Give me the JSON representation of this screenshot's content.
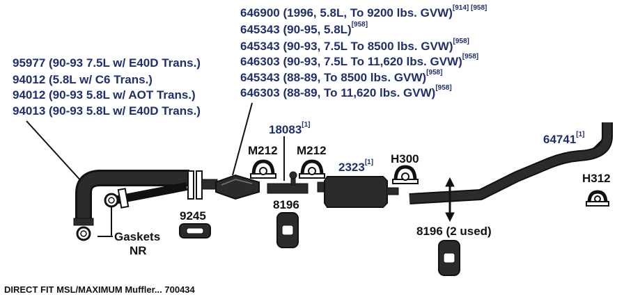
{
  "top_list": [
    {
      "text": "646900 (1996, 5.8L, To 9200 lbs. GVW)",
      "sup": "[914] [958]"
    },
    {
      "text": "645343 (90-95, 5.8L)",
      "sup": "[958]"
    },
    {
      "text": "645343 (90-93, 7.5L To 8500 lbs. GVW)",
      "sup": "[958]"
    },
    {
      "text": "646303 (90-93, 7.5L To 11,620 lbs. GVW)",
      "sup": "[958]"
    },
    {
      "text": "645343 (88-89, To 8500 lbs. GVW)",
      "sup": "[958]"
    },
    {
      "text": "646303 (88-89, To 11,620 lbs. GVW)",
      "sup": "[958]"
    }
  ],
  "left_list": [
    "95977 (90-93 7.5L w/ E40D Trans.)",
    "94012 (5.8L w/ C6 Trans.)",
    "94012 (90-93 5.8L w/ AOT Trans.)",
    "94013 (90-93 5.8L w/ E40D Trans.)"
  ],
  "parts": {
    "p18083": {
      "text": "18083",
      "sup": "[1]"
    },
    "m212_left": "M212",
    "m212_right": "M212",
    "p2323": {
      "text": "2323",
      "sup": "[1]"
    },
    "h300": "H300",
    "p64741": {
      "text": "64741",
      "sup": "[1]"
    },
    "h312": "H312",
    "p9245": "9245",
    "p8196": "8196",
    "p8196_2": "8196 (2 used)",
    "gaskets": "Gaskets",
    "nr": "NR"
  },
  "footer": "DIRECT FIT MSL/MAXIMUM Muffler... 700434",
  "colors": {
    "ink": "#111111",
    "label_blue": "#1f2f6e",
    "part_fill": "#2b2b2b",
    "pipe_edge": "#111111"
  }
}
